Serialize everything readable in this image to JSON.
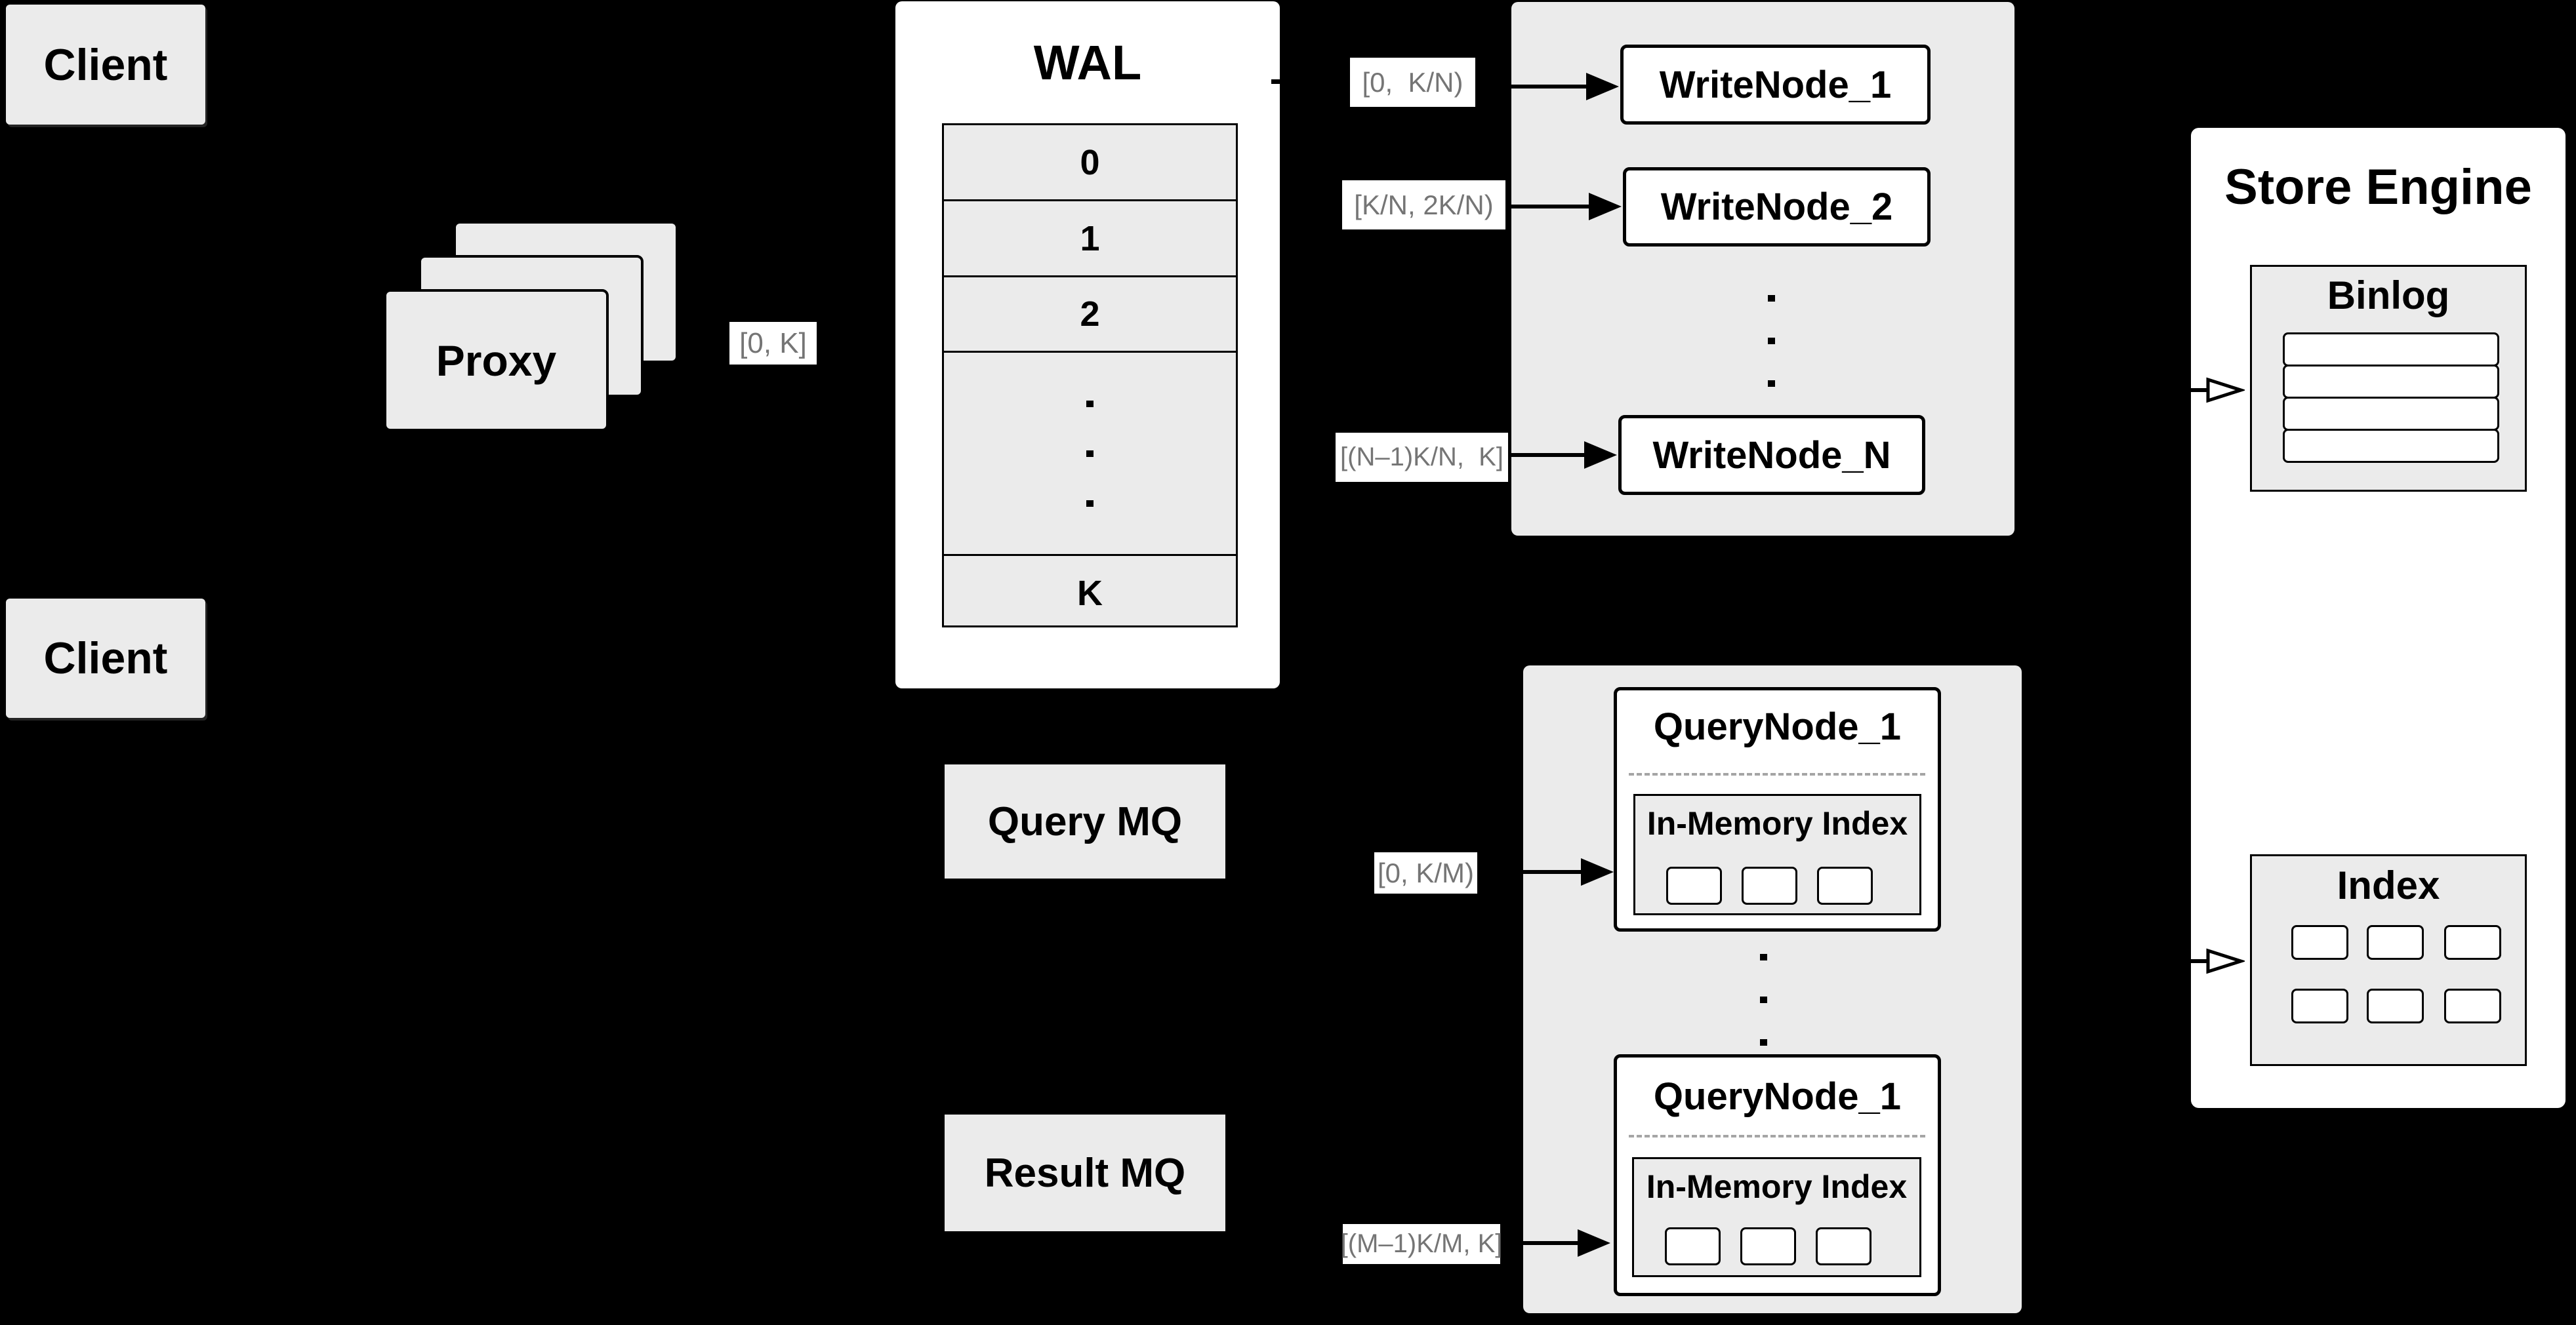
{
  "palette": {
    "background": "#000000",
    "box_fill": "#ebebeb",
    "node_fill": "#ffffff",
    "line": "#000000",
    "range_label_text": "#757575"
  },
  "client_top": {
    "label": "Client"
  },
  "client_bottom": {
    "label": "Client"
  },
  "proxy": {
    "label": "Proxy"
  },
  "proxy_range": {
    "text": "[0, K]"
  },
  "wal": {
    "title": "WAL",
    "rows": [
      "0",
      "1",
      "2"
    ],
    "last_row": "K"
  },
  "write_section": {
    "ranges": {
      "r1": "[0,  K/N)",
      "r2": "[K/N, 2K/N)",
      "rn": "[(N–1)K/N,  K]"
    },
    "nodes": {
      "n1": "WriteNode_1",
      "n2": "WriteNode_2",
      "nn": "WriteNode_N"
    }
  },
  "query_mq": {
    "label": "Query MQ"
  },
  "result_mq": {
    "label": "Result MQ"
  },
  "query_section": {
    "ranges": {
      "r1": "[0, K/M)",
      "rm": "[(M–1)K/M, K]"
    },
    "nodes": {
      "top": {
        "title": "QueryNode_1",
        "index_title": "In-Memory Index"
      },
      "bottom": {
        "title": "QueryNode_1",
        "index_title": "In-Memory Index"
      }
    }
  },
  "store_engine": {
    "title": "Store Engine",
    "binlog_title": "Binlog",
    "index_title": "Index"
  }
}
